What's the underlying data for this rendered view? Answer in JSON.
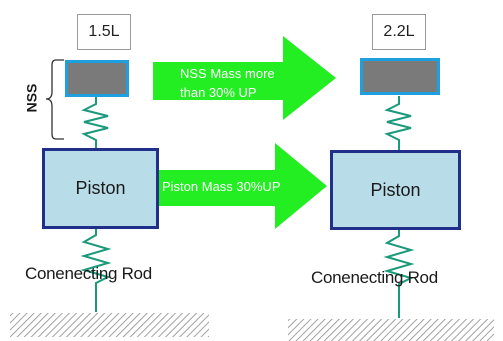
{
  "left": {
    "volume_label": "1.5L",
    "piston_label": "Piston",
    "rod_label": "Conenecting Rod"
  },
  "right": {
    "volume_label": "2.2L",
    "piston_label": "Piston",
    "rod_label": "Conenecting Rod"
  },
  "nss_label": "NSS",
  "arrows": {
    "top_text_line1": "NSS Mass  more",
    "top_text_line2": "than 30% UP",
    "bottom_text": "Piston Mass 30%UP"
  },
  "colors": {
    "arrow": "#22ee22",
    "spring": "#1a9a7a",
    "mass_fill": "#7a7a7a",
    "mass_border": "#1ea0e0",
    "piston_fill": "#b8dde8",
    "piston_border": "#1f2f8a"
  }
}
